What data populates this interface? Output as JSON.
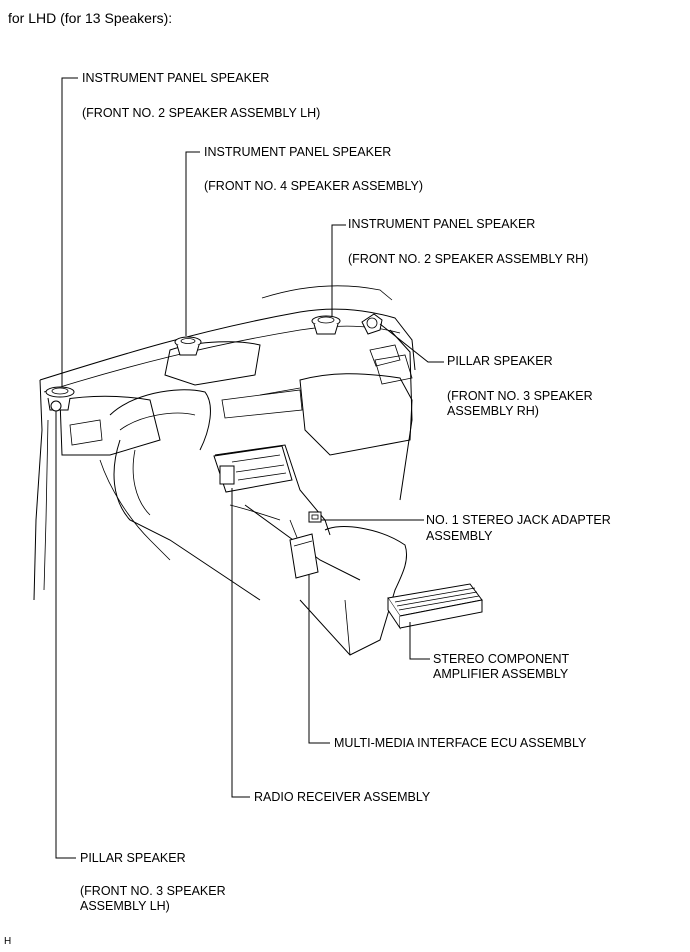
{
  "heading": "for LHD (for 13 Speakers):",
  "figure_code": "H",
  "labels": {
    "ip_speaker_lh": {
      "name": "INSTRUMENT PANEL SPEAKER",
      "part": "(FRONT NO. 2 SPEAKER ASSEMBLY LH)"
    },
    "ip_speaker_center": {
      "name": "INSTRUMENT PANEL SPEAKER",
      "part": "(FRONT NO. 4 SPEAKER ASSEMBLY)"
    },
    "ip_speaker_rh": {
      "name": "INSTRUMENT PANEL SPEAKER",
      "part": "(FRONT NO. 2 SPEAKER ASSEMBLY RH)"
    },
    "pillar_speaker_rh": {
      "name": "PILLAR SPEAKER",
      "part_line1": "(FRONT NO. 3 SPEAKER",
      "part_line2": "ASSEMBLY RH)"
    },
    "stereo_jack": {
      "line1": "NO. 1 STEREO JACK ADAPTER",
      "line2": "ASSEMBLY"
    },
    "amplifier": {
      "line1": "STEREO COMPONENT",
      "line2": "AMPLIFIER ASSEMBLY"
    },
    "ecu": {
      "name": "MULTI-MEDIA INTERFACE ECU ASSEMBLY"
    },
    "radio": {
      "name": "RADIO RECEIVER ASSEMBLY"
    },
    "pillar_speaker_lh": {
      "name": "PILLAR SPEAKER",
      "part_line1": "(FRONT NO. 3 SPEAKER",
      "part_line2": "ASSEMBLY LH)"
    }
  }
}
